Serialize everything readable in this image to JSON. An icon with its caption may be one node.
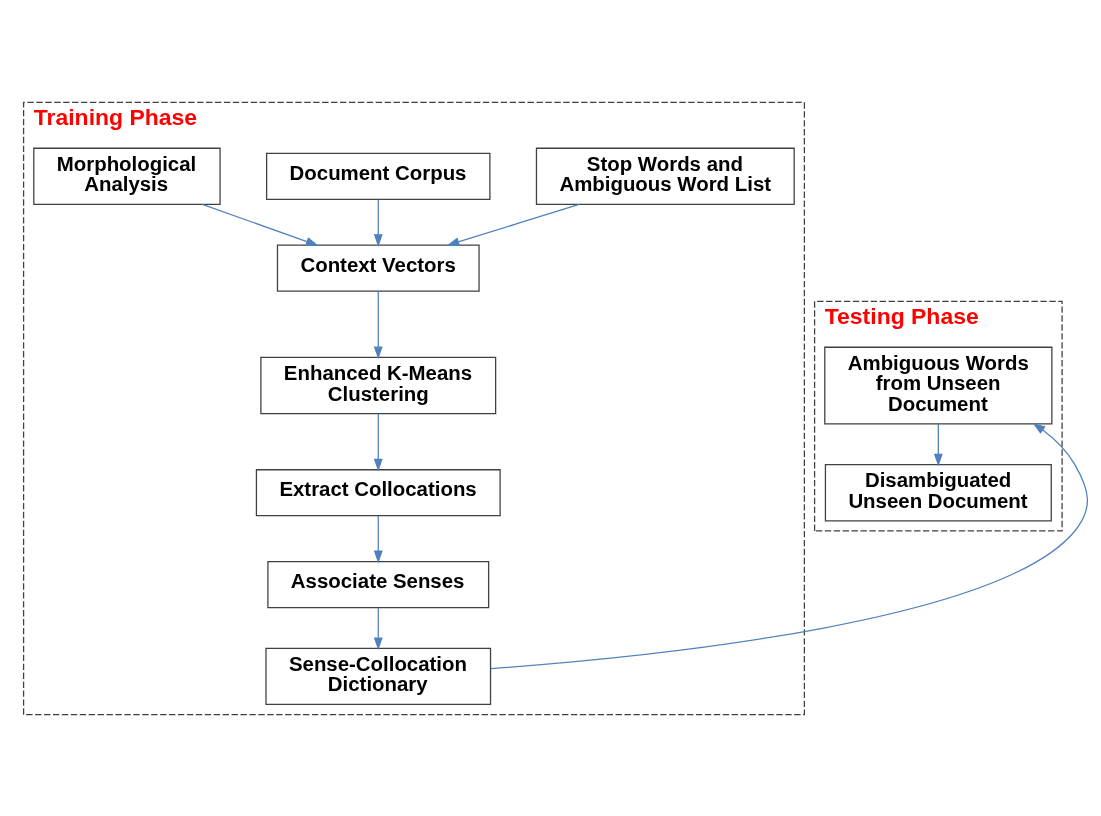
{
  "diagram": {
    "nodes": [
      {
        "text": [
          "Training Phase"
        ]
      },
      {
        "text": [
          "Document Corpus"
        ],
        "in": 0
      },
      {
        "text": [
          "Morphological Analysis"
        ],
        "in": 0
      },
      {
        "text": [
          "Stop Words and Ambiguous Word List"
        ],
        "in": 0
      },
      {
        "text": [
          "Context Vectors"
        ],
        "in": 0
      },
      {
        "text": [
          "Enhanced K-Means Clustering"
        ],
        "in": 0
      },
      {
        "text": [
          "Extract Collocations"
        ],
        "in": 0
      },
      {
        "text": [
          "Associate Senses"
        ],
        "in": 0
      },
      {
        "text": [
          "Sense-Collocation Dictionary"
        ],
        "in": 0
      },
      {
        "text": [
          "Testing Phase"
        ]
      },
      {
        "text": [
          "Ambiguous Words from Unseen Document"
        ],
        "in": 9
      },
      {
        "text": [
          "Disambiguated Unseen Document"
        ],
        "in": 9
      }
    ],
    "edges": [
      {
        "from": 1,
        "to": 4,
        "arrow": "to"
      },
      {
        "from": 2,
        "to": 4,
        "arrow": "to"
      },
      {
        "from": 3,
        "to": 4,
        "arrow": "to"
      },
      {
        "from": 4,
        "to": 5,
        "arrow": "to"
      },
      {
        "from": 5,
        "to": 6,
        "arrow": "to"
      },
      {
        "from": 6,
        "to": 7,
        "arrow": "to"
      },
      {
        "from": 7,
        "to": 8,
        "arrow": "to"
      },
      {
        "from": 8,
        "to": 10,
        "arrow": "to"
      },
      {
        "from": 10,
        "to": 11,
        "arrow": "to"
      }
    ]
  }
}
